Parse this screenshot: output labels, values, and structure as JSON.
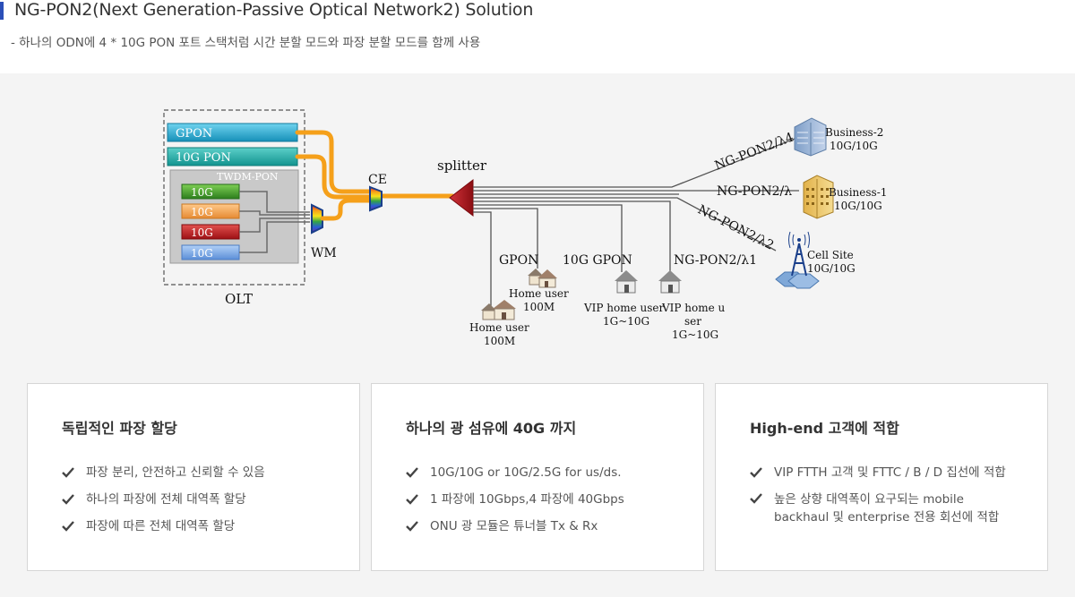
{
  "header": {
    "title": "NG-PON2(Next Generation-Passive Optical Network2) Solution",
    "subtitle": "- 하나의 ODN에 4 * 10G PON 포트 스택처럼 시간 분할 모드와 파장 분할 모드를 함께 사용"
  },
  "diagram": {
    "olt": {
      "label": "OLT",
      "gpon": "GPON",
      "xgpon": "10G PON",
      "twdm_label": "TWDM-PON",
      "twdm_ports": [
        "10G",
        "10G",
        "10G",
        "10G"
      ]
    },
    "wm_label": "WM",
    "ce_label": "CE",
    "splitter_label": "splitter",
    "branches": [
      {
        "channel": "NG-PON2/λ4",
        "site": "Business-2",
        "speed": "10G/10G",
        "icon": "office-building-icon"
      },
      {
        "channel": "NG-PON2/λ",
        "site": "Business-1",
        "speed": "10G/10G",
        "icon": "office-building-icon"
      },
      {
        "channel": "NG-PON2/λ2",
        "site": "Cell Site",
        "speed": "10G/10G",
        "icon": "cell-tower-icon"
      }
    ],
    "drops": {
      "gpon_label": "GPON",
      "xgpon_label": "10G GPON",
      "ngpon_label": "NG-PON2/λ1",
      "home_user_1": {
        "name": "Home user",
        "speed": "100M"
      },
      "home_user_2": {
        "name": "Home user",
        "speed": "100M"
      },
      "vip_1": {
        "name": "VIP home user",
        "speed": "1G~10G"
      },
      "vip_2": {
        "name_line1": "VIP home u",
        "name_line2": "ser",
        "speed": "1G~10G"
      }
    },
    "colors": {
      "fiber": "#f5a01a",
      "gpon_bar": "#21a7cf",
      "xgpon_bar": "#1aa5a2",
      "port_green": "#3d9a2a",
      "port_orange": "#ef9e4a",
      "port_red": "#c41f22",
      "port_blue": "#6b9ee0",
      "splitter": "#b5141b"
    }
  },
  "cards": [
    {
      "title": "독립적인 파장 할당",
      "items": [
        "파장 분리, 안전하고 신뢰할 수 있음",
        "하나의 파장에 전체 대역폭 할당",
        "파장에 따른 전체 대역폭 할당"
      ]
    },
    {
      "title": "하나의 광 섬유에 40G 까지",
      "items": [
        "10G/10G or 10G/2.5G for us/ds.",
        "1 파장에 10Gbps,4 파장에 40Gbps",
        "ONU 광 모듈은 튜너블 Tx & Rx"
      ]
    },
    {
      "title": "High-end 고객에 적합",
      "items": [
        "VIP FTTH 고객 및 FTTC / B / D 집선에 적합",
        "높은 상향 대역폭이 요구되는 mobile backhaul 및 enterprise 전용 회선에 적합"
      ]
    }
  ]
}
